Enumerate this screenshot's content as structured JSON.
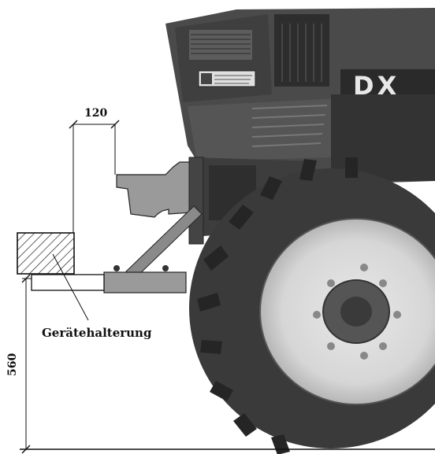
{
  "labels": {
    "top_dimension": "120",
    "side_dimension": "560",
    "callout": "Gerätehalterung"
  },
  "tractor": {
    "badge_text": "DX"
  }
}
